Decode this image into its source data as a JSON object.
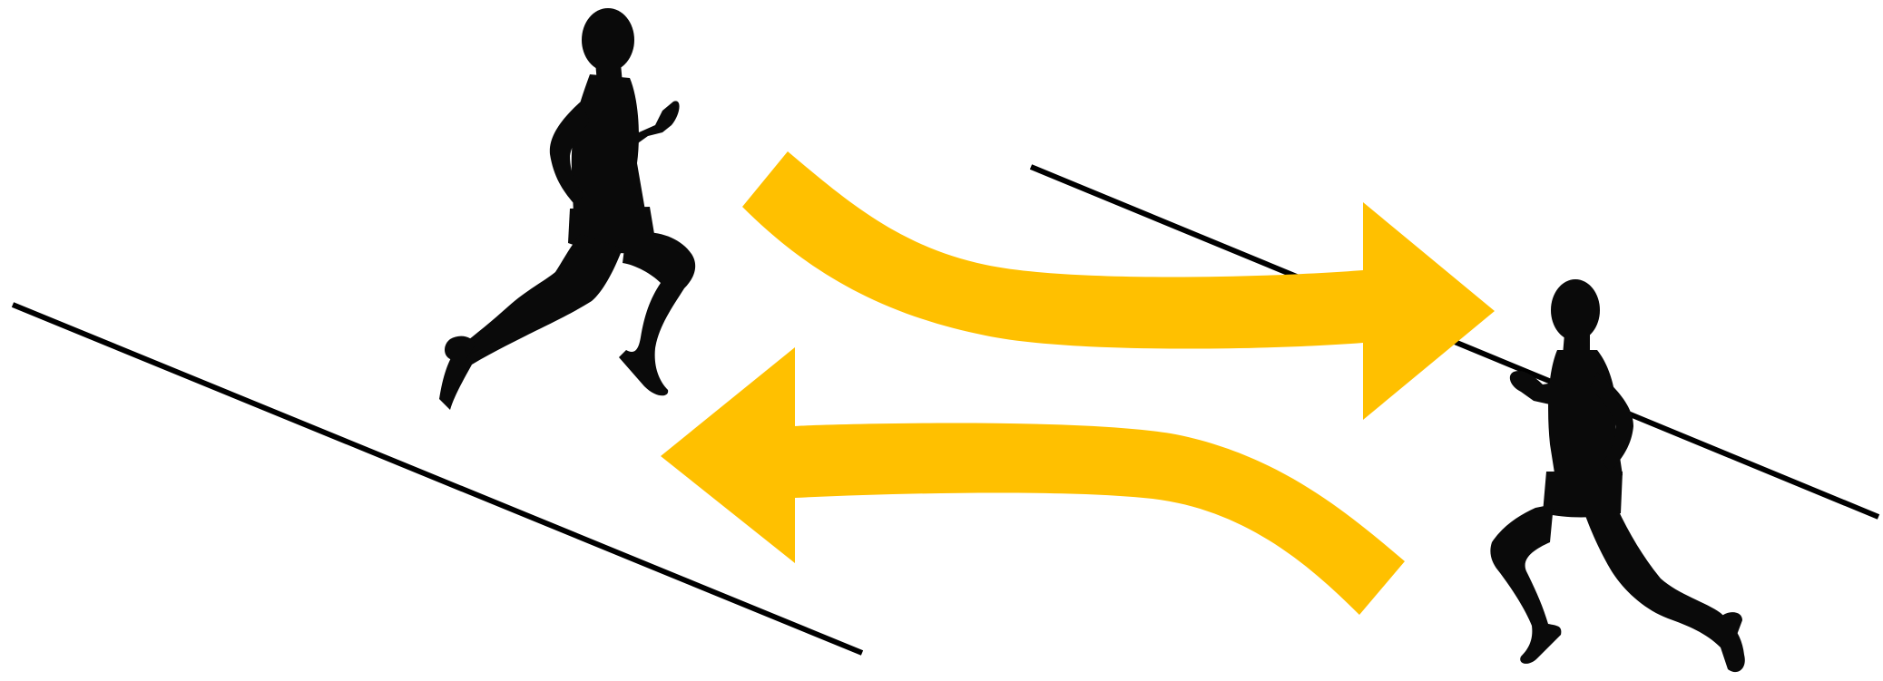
{
  "scene": {
    "background": "#ffffff",
    "colors": {
      "arrow": "#ffc000",
      "line": "#000000",
      "runner": "#0a0a0a"
    },
    "elements": {
      "runner_left": {
        "icon": "runner-icon",
        "facing": "right"
      },
      "runner_right": {
        "icon": "runner-icon",
        "facing": "left"
      },
      "arrow_top": {
        "icon": "curved-arrow-right-icon",
        "direction": "right"
      },
      "arrow_bottom": {
        "icon": "curved-arrow-left-icon",
        "direction": "left"
      },
      "line_left": {
        "kind": "sloped-line"
      },
      "line_right": {
        "kind": "sloped-line"
      }
    }
  }
}
